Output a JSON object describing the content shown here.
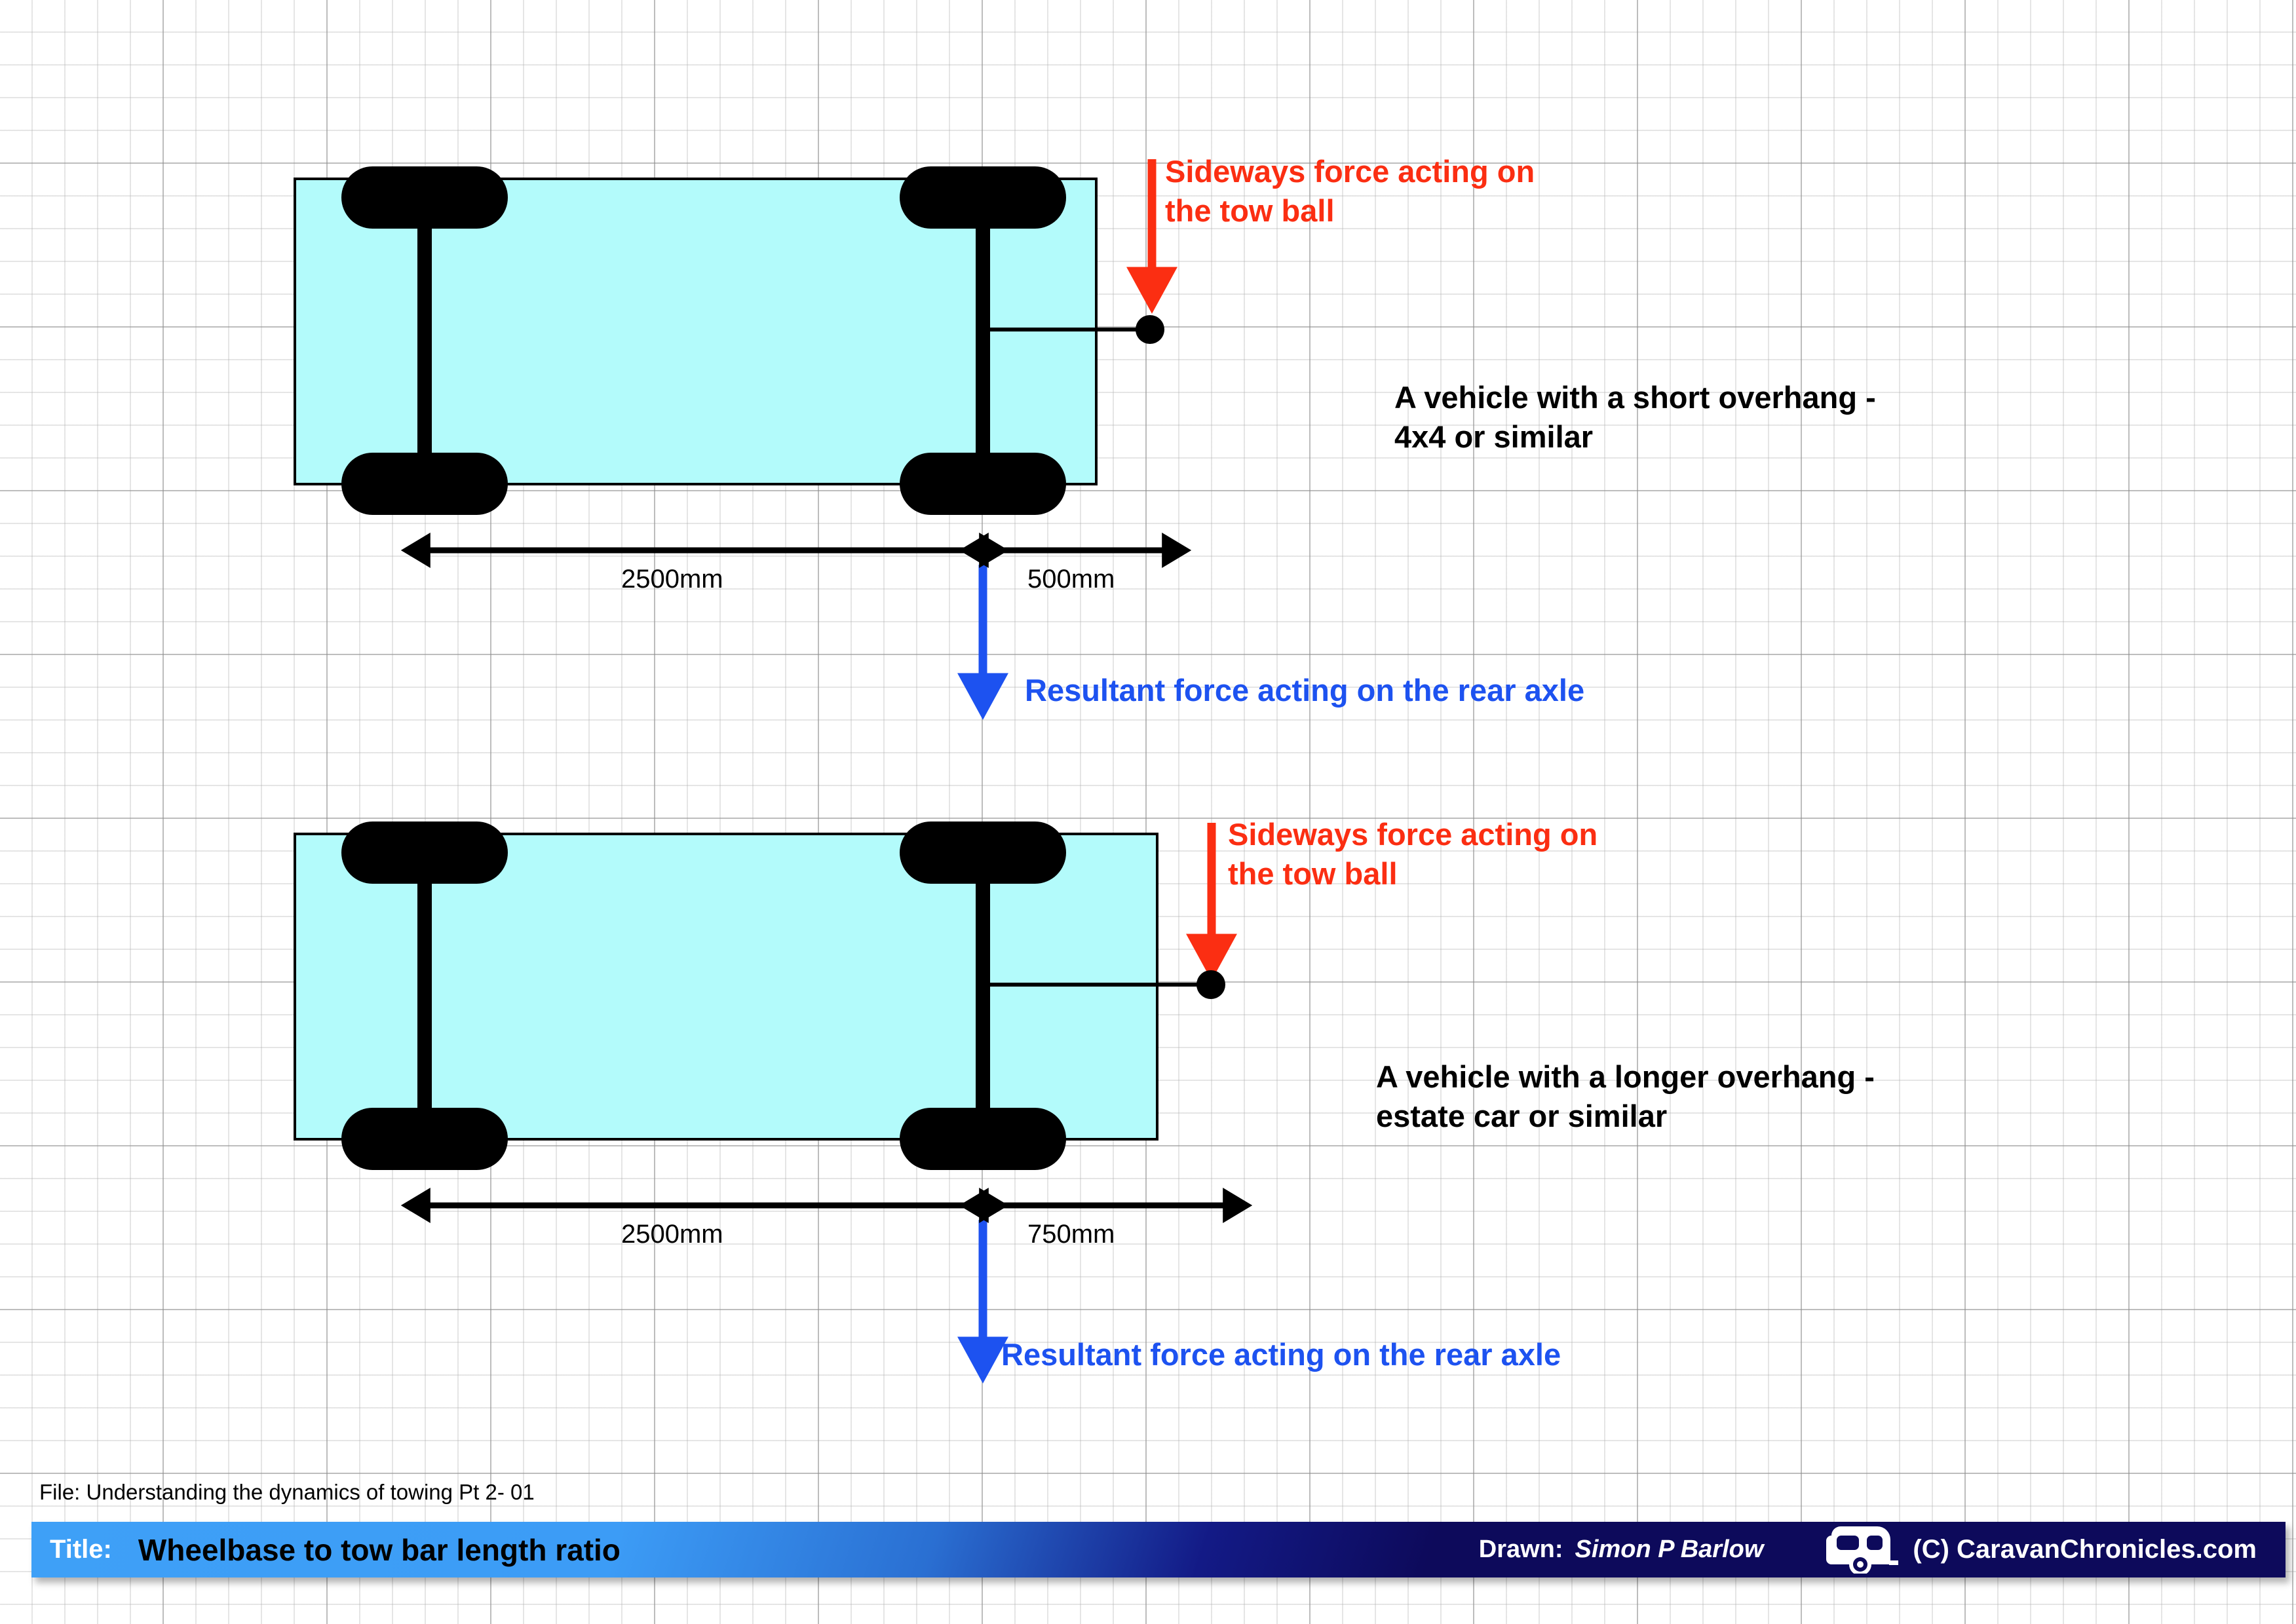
{
  "diagram": {
    "title": "Wheelbase to tow bar length ratio",
    "file_label": "File: Understanding the dynamics of towing Pt 2- 01",
    "colors": {
      "body_fill": "#b3fbfb",
      "outline": "#000000",
      "sideways_force": "#fb2e12",
      "resultant_force": "#1d52f0",
      "title_bar_light": "#3ea0f7",
      "title_bar_dark": "#0d0a5b"
    },
    "vehicles": [
      {
        "id": "short-overhang",
        "description": "A vehicle with a short overhang -\n4x4 or similar",
        "sideways_force_label": "Sideways force acting on\nthe tow ball",
        "resultant_force_label": "Resultant force acting on the rear axle",
        "wheelbase": "2500mm",
        "overhang": "500mm"
      },
      {
        "id": "long-overhang",
        "description": "A vehicle with a longer overhang -\nestate car or similar",
        "sideways_force_label": "Sideways force acting on\nthe tow ball",
        "resultant_force_label": "Resultant force acting on the rear axle",
        "wheelbase": "2500mm",
        "overhang": "750mm"
      }
    ]
  },
  "footer": {
    "title_key": "Title:",
    "drawn_key": "Drawn:",
    "drawn_value": "Simon P Barlow",
    "brand": "(C) CaravanChronicles.com",
    "brand_icon": "caravan-icon"
  }
}
